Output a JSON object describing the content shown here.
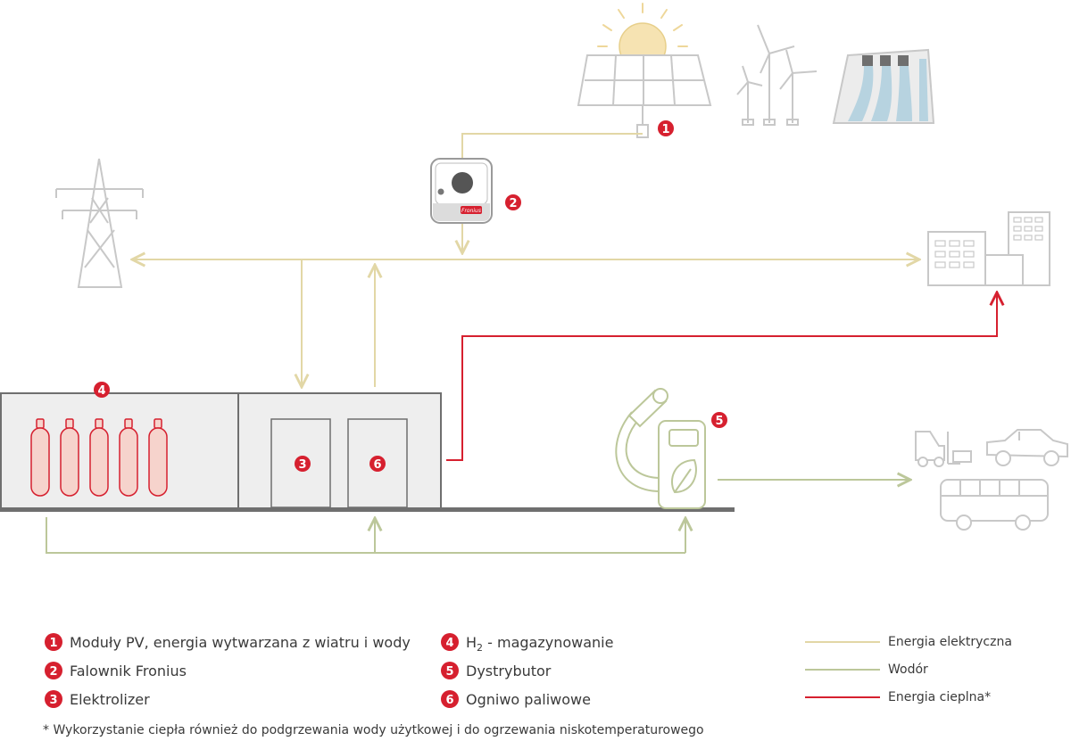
{
  "colors": {
    "electric": "#e2d7a6",
    "hydrogen": "#bcc79a",
    "heat": "#d6202f",
    "badge": "#d6202f",
    "device_stroke": "#c8c8c8",
    "building_fill": "#eeeeee",
    "ground": "#6f6f6f",
    "cylinder_fill": "#f6d3cc"
  },
  "inverter": {
    "brand": "Fronius"
  },
  "markers": {
    "m1": "1",
    "m2": "2",
    "m3": "3",
    "m4": "4",
    "m5": "5",
    "m6": "6"
  },
  "legend_items": {
    "l1": {
      "number": "1",
      "text": "Moduły PV, energia wytwarzana z wiatru i wody"
    },
    "l2": {
      "number": "2",
      "text": "Falownik Fronius"
    },
    "l3": {
      "number": "3",
      "text": "Elektrolizer"
    },
    "l4": {
      "number": "4",
      "prefix": "H",
      "subscript": "2",
      "suffix": " - magazynowanie"
    },
    "l5": {
      "number": "5",
      "text": "Dystrybutor"
    },
    "l6": {
      "number": "6",
      "text": "Ogniwo paliwowe"
    }
  },
  "line_legend": {
    "electric": "Energia elektryczna",
    "hydrogen": "Wodór",
    "heat": "Energia cieplna*"
  },
  "footnote": "* Wykorzystanie ciepła również do podgrzewania wody użytkowej i do ogrzewania niskotemperaturowego"
}
